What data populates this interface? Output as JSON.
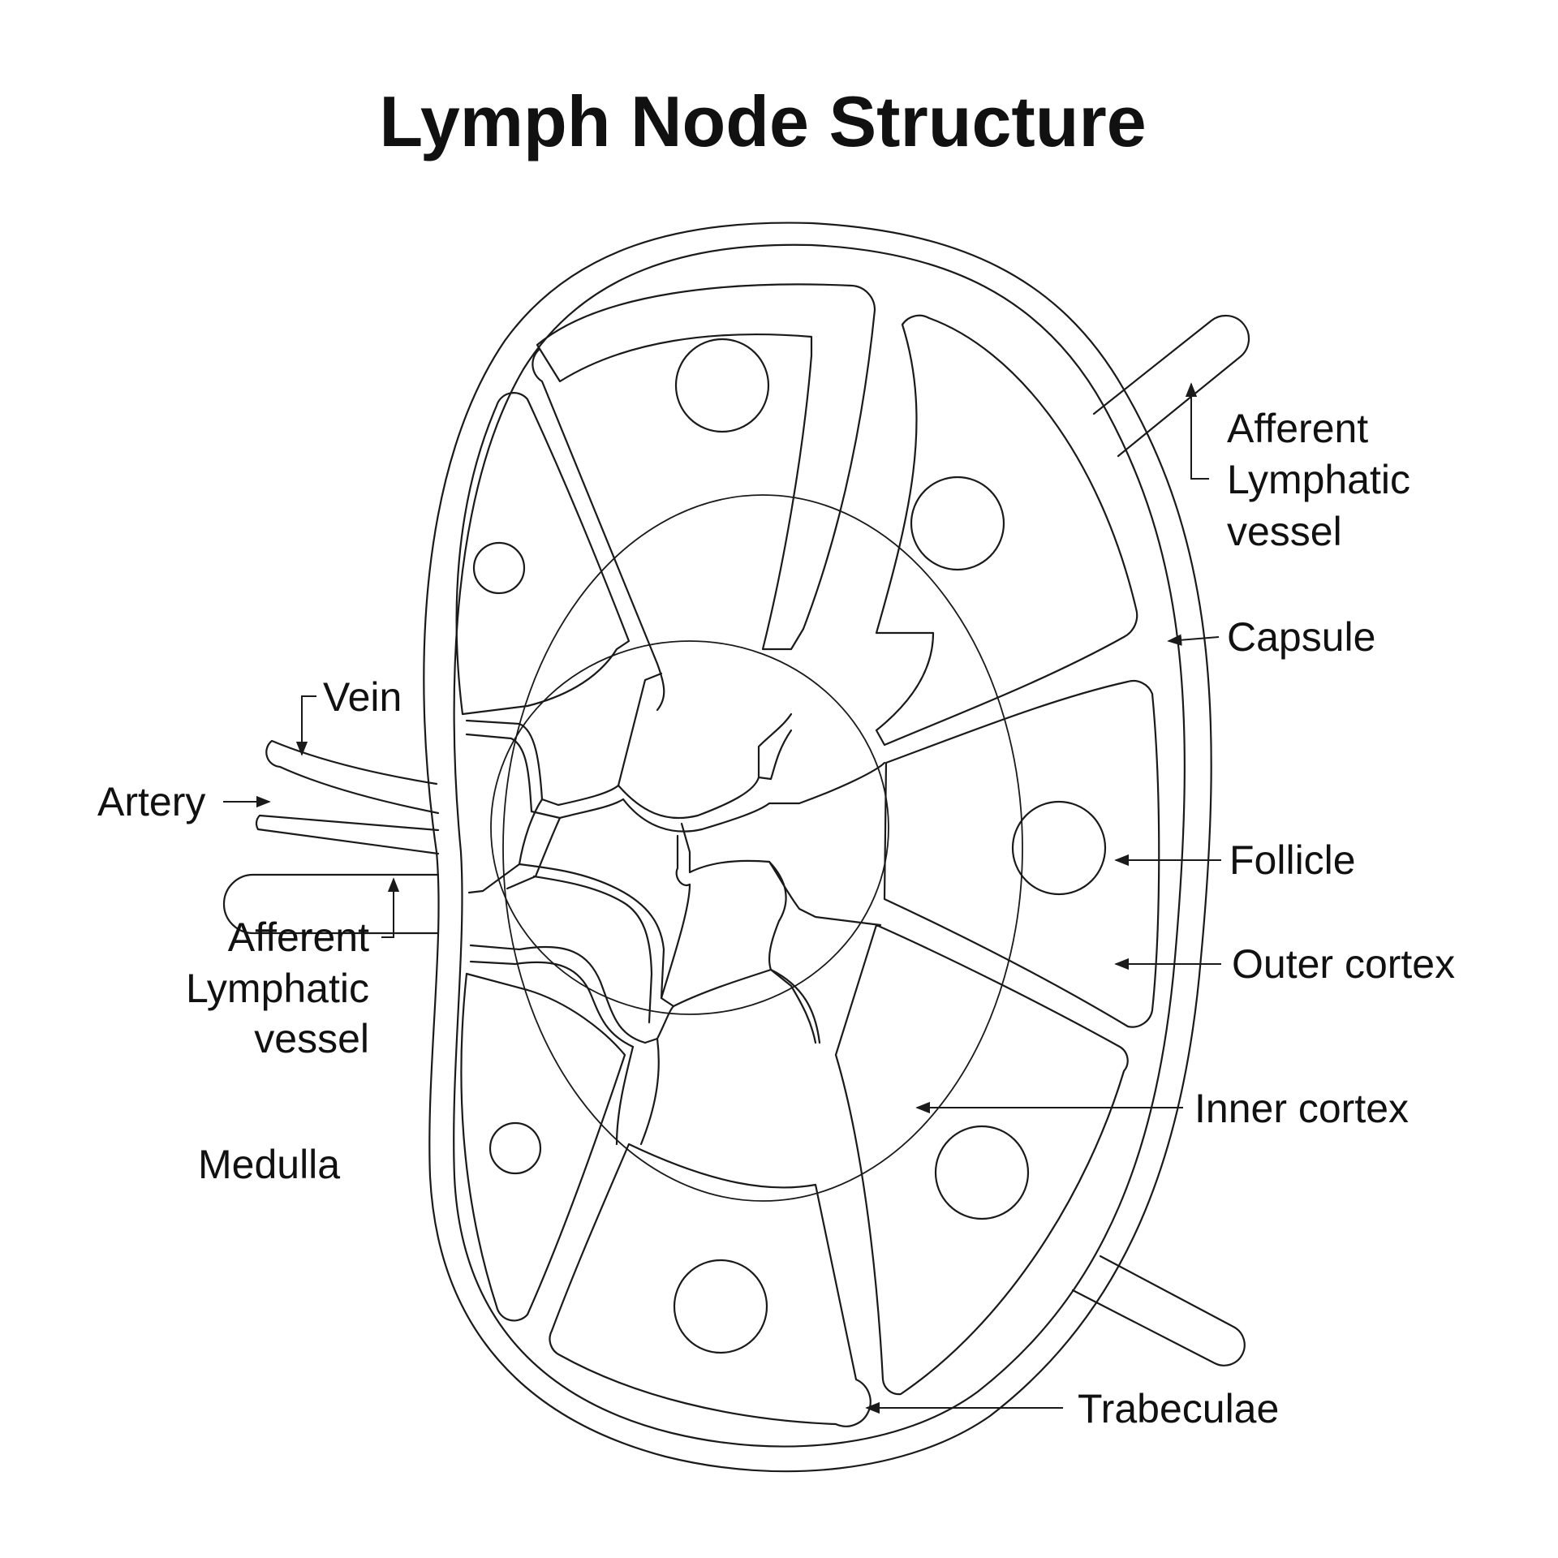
{
  "title": "Lymph Node Structure",
  "labels": {
    "afferent_right": [
      "Afferent",
      "Lymphatic",
      "vessel"
    ],
    "capsule": "Capsule",
    "follicle": "Follicle",
    "outer_cortex": "Outer cortex",
    "inner_cortex": "Inner cortex",
    "trabeculae": "Trabeculae",
    "vein": "Vein",
    "artery": "Artery",
    "afferent_left": [
      "Afferent",
      "Lymphatic",
      "vessel"
    ],
    "medulla": "Medulla"
  },
  "colors": {
    "line": "#1a1a1a",
    "background": "#ffffff",
    "text": "#111111"
  }
}
